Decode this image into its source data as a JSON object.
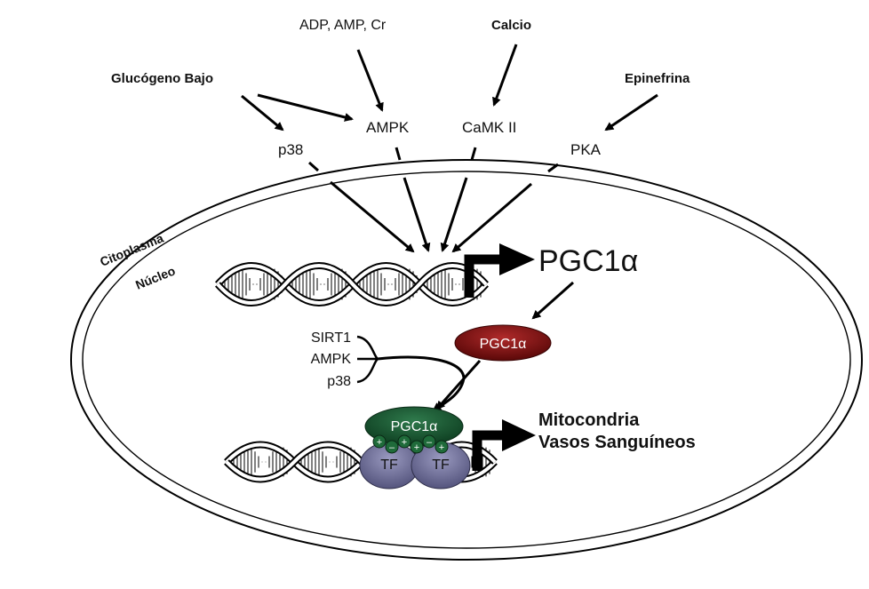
{
  "signals": {
    "low_glycogen": "Glucógeno Bajo",
    "energy": "ADP, AMP, Cr",
    "calcium": "Calcio",
    "epinephrine": "Epinefrina"
  },
  "kinases": {
    "p38": "p38",
    "ampk": "AMPK",
    "camk": "CaMK II",
    "pka": "PKA"
  },
  "compartments": {
    "cytoplasm": "Citoplasma",
    "nucleus": "Núcleo"
  },
  "gene_label": "PGC1α",
  "protein_red": "PGC1α",
  "protein_green": "PGC1α",
  "modifiers": [
    "SIRT1",
    "AMPK",
    "p38"
  ],
  "tf_label": "TF",
  "targets": [
    "Mitocondria",
    "Vasos Sanguíneos"
  ],
  "charges": [
    "+",
    "–",
    "+",
    "+",
    "–",
    "+"
  ],
  "colors": {
    "red_protein": "#7a1010",
    "green_protein": "#15552f",
    "tf": "#6f6f96",
    "charge_bead": "#1f6b3a"
  }
}
